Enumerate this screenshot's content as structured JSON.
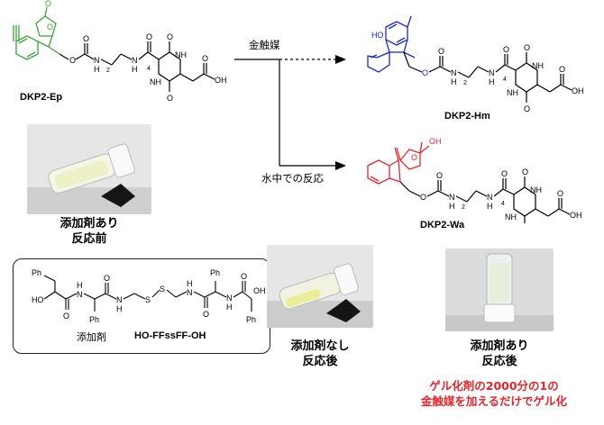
{
  "compounds": {
    "start": "DKP2-Ep",
    "product_hm": "DKP2-Hm",
    "product_wa": "DKP2-Wa",
    "additive_name": "HO-FFssFF-OH"
  },
  "reactions": {
    "catalyst_label": "金触媒",
    "water_label": "水中での反応"
  },
  "photos": {
    "before": {
      "caption_line1": "添加剤あり",
      "caption_line2": "反応前"
    },
    "no_additive_after": {
      "caption_line1": "添加剤なし",
      "caption_line2": "反応後"
    },
    "with_additive_after": {
      "caption_line1": "添加剤あり",
      "caption_line2": "反応後"
    }
  },
  "additive_box": {
    "prefix": "添加剤"
  },
  "highlight_note": {
    "line1": "ゲル化剤の2000分の1の",
    "line2": "金触媒を加えるだけでゲル化"
  },
  "structure_labels": {
    "OH": "OH",
    "HO": "HO",
    "O": "O",
    "N": "N",
    "H": "H",
    "NH": "NH",
    "Ph": "Ph",
    "S": "S",
    "sub2": "2",
    "sub4": "4"
  },
  "colors": {
    "green": "#3aa53a",
    "blue": "#1a28d0",
    "red": "#e8242b",
    "black": "#000000"
  }
}
